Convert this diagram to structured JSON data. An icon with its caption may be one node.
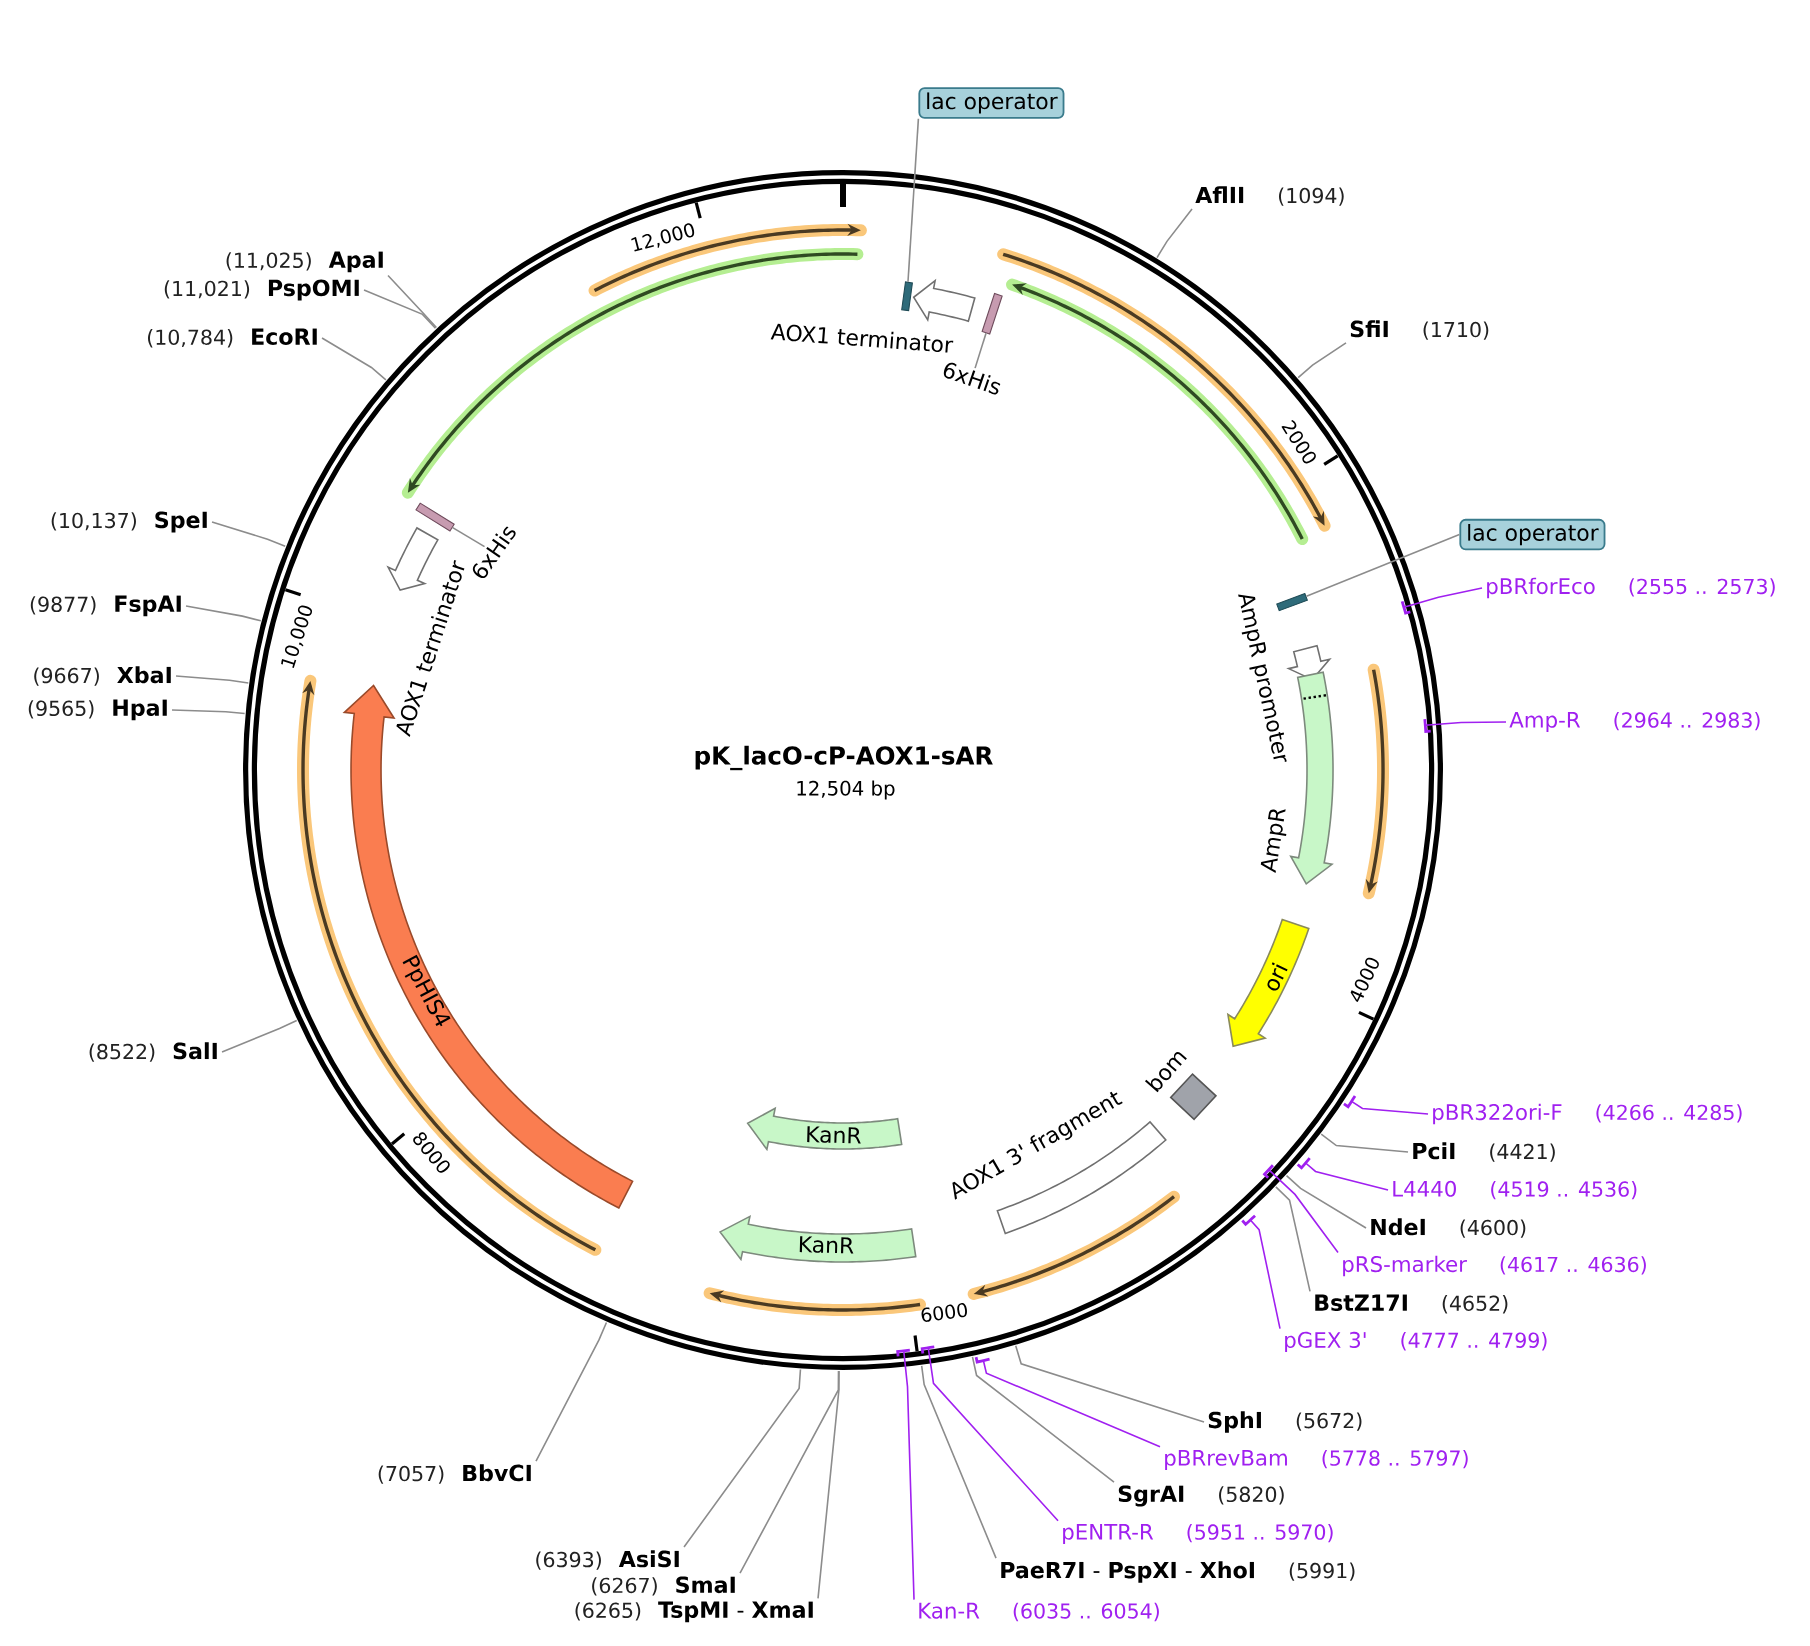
{
  "diagram": {
    "title": "pK_lacO-cP-AOX1-sAR",
    "nodes": [
      {
        "text": [
          "lac operator"
        ]
      },
      {
        "text": [],
        "shape": "bar"
      },
      {
        "text": [
          "AOX1 terminator"
        ]
      },
      {
        "text": [],
        "shape": "bar"
      },
      {
        "text": [
          "6xHis"
        ]
      },
      {
        "text": [
          "lac operator"
        ]
      },
      {
        "text": [],
        "shape": "bar"
      },
      {
        "text": [
          "AmpR promoter"
        ]
      },
      {
        "text": [
          "AmpR"
        ]
      },
      {
        "text": [
          "ori"
        ]
      },
      {
        "text": [
          "bom"
        ]
      },
      {
        "text": [
          "AOX1 3' fragment"
        ]
      },
      {
        "text": [
          "KanR"
        ]
      },
      {
        "text": [
          "KanR"
        ]
      },
      {
        "text": [
          "PpHIS4"
        ]
      },
      {
        "text": [
          "AOX1 terminator"
        ]
      },
      {
        "text": [],
        "shape": "bar"
      },
      {
        "text": [
          "6xHis"
        ]
      },
      {
        "text": [
          "AflII",
          "(1094)"
        ]
      },
      {
        "text": [
          "SfiI",
          "(1710)"
        ]
      },
      {
        "text": [
          "pBRforEco",
          "(2555 .. 2573)"
        ]
      },
      {
        "text": [
          "Amp-R",
          "(2964 .. 2983)"
        ]
      },
      {
        "text": [
          "pBR322ori-F",
          "(4266 .. 4285)"
        ]
      },
      {
        "text": [
          "PciI",
          "(4421)"
        ]
      },
      {
        "text": [
          "L4440",
          "(4519 .. 4536)"
        ]
      },
      {
        "text": [
          "NdeI",
          "(4600)"
        ]
      },
      {
        "text": [
          "pRS-marker",
          "(4617 .. 4636)"
        ]
      },
      {
        "text": [
          "BstZ17I",
          "(4652)"
        ]
      },
      {
        "text": [
          "pGEX 3'",
          "(4777 .. 4799)"
        ]
      },
      {
        "text": [
          "SphI",
          "(5672)"
        ]
      },
      {
        "text": [
          "pBRrevBam",
          "(5778 .. 5797)"
        ]
      },
      {
        "text": [
          "SgrAI",
          "(5820)"
        ]
      },
      {
        "text": [
          "pENTR-R",
          "(5951 .. 5970)"
        ]
      },
      {
        "text": [
          "**PaeR7I** - **PspXI** - **XhoI**",
          "(5991)"
        ]
      },
      {
        "text": [
          "Kan-R",
          "(6035 .. 6054)"
        ]
      },
      {
        "text": [
          "(6265)",
          "**TspMI** - **XmaI**"
        ]
      },
      {
        "text": [
          "(6267)",
          "SmaI"
        ]
      },
      {
        "text": [
          "(6393)",
          "AsiSI"
        ]
      },
      {
        "text": [
          "(7057)",
          "BbvCI"
        ]
      },
      {
        "text": [
          "(8522)",
          "SalI"
        ]
      },
      {
        "text": [
          "(9565)",
          "HpaI"
        ]
      },
      {
        "text": [
          "(9667)",
          "XbaI"
        ]
      },
      {
        "text": [
          "(9877)",
          "FspAI"
        ]
      },
      {
        "text": [
          "(10,137)",
          "SpeI"
        ]
      },
      {
        "text": [
          "(10,784)",
          "EcoRI"
        ]
      },
      {
        "text": [
          "(11,021)",
          "PspOMI"
        ]
      },
      {
        "text": [
          "(11,025)",
          "ApaI"
        ]
      }
    ],
    "edges": [
      {
        "from": 0,
        "to": 1,
        "arrow": "none"
      },
      {
        "from": 4,
        "to": 3,
        "arrow": "none"
      },
      {
        "from": 5,
        "to": 6,
        "arrow": "none"
      },
      {
        "from": 17,
        "to": 16,
        "arrow": "none"
      },
      {
        "from": 18,
        "to": null,
        "arrow": "none"
      },
      {
        "from": 19,
        "to": null,
        "arrow": "none"
      },
      {
        "from": 20,
        "to": null,
        "arrow": "none",
        "color": "#a020f0"
      },
      {
        "from": 21,
        "to": null,
        "arrow": "none",
        "color": "#a020f0"
      },
      {
        "from": 22,
        "to": null,
        "arrow": "none",
        "color": "#a020f0"
      },
      {
        "from": 23,
        "to": null,
        "arrow": "none"
      },
      {
        "from": 24,
        "to": null,
        "arrow": "none",
        "color": "#a020f0"
      },
      {
        "from": 25,
        "to": null,
        "arrow": "none"
      },
      {
        "from": 26,
        "to": null,
        "arrow": "none",
        "color": "#a020f0"
      },
      {
        "from": 27,
        "to": null,
        "arrow": "none"
      },
      {
        "from": 28,
        "to": null,
        "arrow": "none",
        "color": "#a020f0"
      },
      {
        "from": 29,
        "to": null,
        "arrow": "none"
      },
      {
        "from": 30,
        "to": null,
        "arrow": "none",
        "color": "#a020f0"
      },
      {
        "from": 31,
        "to": null,
        "arrow": "none"
      },
      {
        "from": 32,
        "to": null,
        "arrow": "none",
        "color": "#a020f0"
      },
      {
        "from": 33,
        "to": null,
        "arrow": "none"
      },
      {
        "from": 34,
        "to": null,
        "arrow": "none",
        "color": "#a020f0"
      },
      {
        "from": 35,
        "to": null,
        "arrow": "none"
      },
      {
        "from": 36,
        "to": null,
        "arrow": "none"
      },
      {
        "from": 37,
        "to": null,
        "arrow": "none"
      },
      {
        "from": 38,
        "to": null,
        "arrow": "none"
      },
      {
        "from": 39,
        "to": null,
        "arrow": "none"
      },
      {
        "from": 40,
        "to": null,
        "arrow": "none"
      },
      {
        "from": 41,
        "to": null,
        "arrow": "none"
      },
      {
        "from": 42,
        "to": null,
        "arrow": "none"
      },
      {
        "from": 43,
        "to": null,
        "arrow": "none"
      },
      {
        "from": 44,
        "to": null,
        "arrow": "none"
      },
      {
        "from": 45,
        "to": null,
        "arrow": "none"
      },
      {
        "from": 46,
        "to": null,
        "arrow": "none"
      }
    ],
    "labels": [
      "12,504 bp",
      "2000",
      "4000",
      "6000",
      "8000",
      "10,000",
      "12,000"
    ]
  }
}
